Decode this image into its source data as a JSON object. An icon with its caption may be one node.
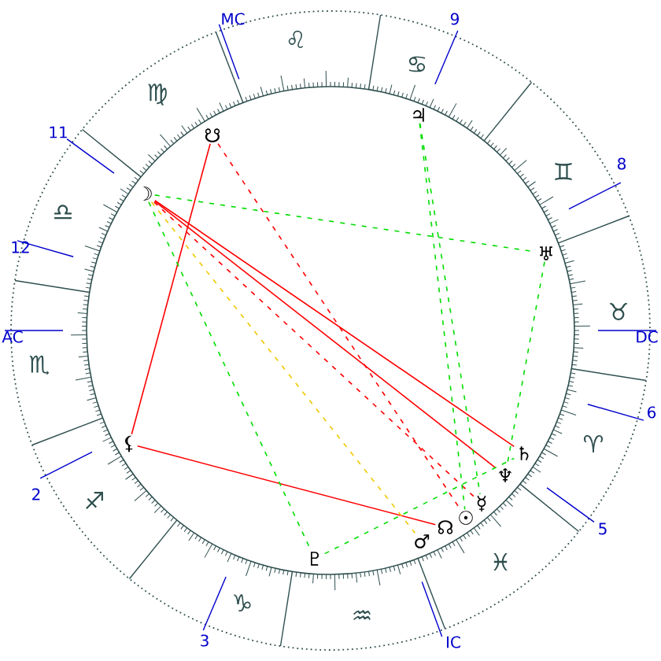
{
  "diagram": {
    "nodes": [
      {
        "text": [
          "♃"
        ]
      },
      {
        "text": [
          "☋"
        ]
      },
      {
        "text": [
          "☽"
        ]
      },
      {
        "text": [
          "♅"
        ]
      },
      {
        "text": [
          "⚸"
        ]
      },
      {
        "text": [
          "♄"
        ]
      },
      {
        "text": [
          "♆"
        ]
      },
      {
        "text": [
          "☿"
        ]
      },
      {
        "text": [
          "☉"
        ]
      },
      {
        "text": [
          "☊"
        ]
      },
      {
        "text": [
          "♂"
        ]
      },
      {
        "text": [
          "♇"
        ]
      }
    ],
    "edges": [
      {
        "from": 1,
        "to": 4,
        "arrow": "none",
        "color": "#ff0000"
      },
      {
        "from": 4,
        "to": 9,
        "arrow": "none",
        "color": "#ff0000"
      },
      {
        "from": 2,
        "to": 5,
        "arrow": "none",
        "color": "#ff0000"
      },
      {
        "from": 2,
        "to": 6,
        "arrow": "none",
        "color": "#ff0000"
      },
      {
        "from": 1,
        "to": 8,
        "arrow": "none",
        "style": "dashed",
        "color": "#ff0000"
      },
      {
        "from": 2,
        "to": 7,
        "arrow": "none",
        "style": "dashed",
        "color": "#ff0000"
      },
      {
        "from": 2,
        "to": 10,
        "arrow": "none",
        "style": "dashed",
        "color": "#f0c800"
      },
      {
        "from": 2,
        "to": 11,
        "arrow": "none",
        "style": "dashed",
        "color": "#00dd00"
      },
      {
        "from": 2,
        "to": 3,
        "arrow": "none",
        "style": "dashed",
        "color": "#00dd00"
      },
      {
        "from": 0,
        "to": 8,
        "arrow": "none",
        "style": "dashed",
        "color": "#00dd00"
      },
      {
        "from": 0,
        "to": 7,
        "arrow": "none",
        "style": "dashed",
        "color": "#00dd00"
      },
      {
        "from": 3,
        "to": 6,
        "arrow": "none",
        "style": "dashed",
        "color": "#00dd00"
      },
      {
        "from": 11,
        "to": 5,
        "arrow": "none",
        "style": "dashed",
        "color": "#00dd00"
      }
    ],
    "labels": [
      "MC",
      "9",
      "♌",
      "♋",
      "♍",
      "11",
      "8",
      "♊",
      "♎",
      "12",
      "♉",
      "AC",
      "DC",
      "♏",
      "6",
      "♈",
      "2",
      "♐",
      "5",
      "♓",
      "♑",
      "♒",
      "3",
      "IC"
    ]
  }
}
